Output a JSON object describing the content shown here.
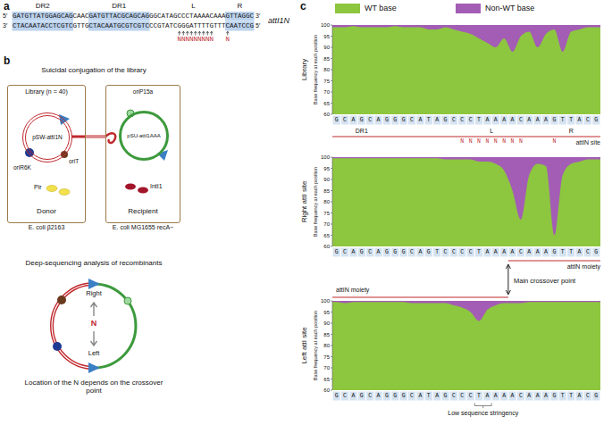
{
  "diagram": {
    "nodes": [
      {
        "text": [
          "Donor",
          "E. coli β2163"
        ]
      },
      {
        "text": [
          "pSW-attI1N"
        ],
        "in": 0
      },
      {
        "text": [
          "Recipient",
          "E. coli MG1655 recA−"
        ]
      },
      {
        "text": [
          "pSU-attI1AAA"
        ],
        "in": 2
      }
    ],
    "edges": [
      {
        "from": 0,
        "to": 2,
        "arrow": "none"
      }
    ],
    "labels": [
      "a",
      "DR2",
      "DR1",
      "L",
      "R",
      "5′",
      "GATGTTATGGAGCAGCAACGATGTTACGCAGCAGGGCATAGCCCTAAAACAAAGTTAGGC",
      "3′",
      "3′",
      "CTACAATACCTCGTCGTTGCTACAATGCGTCGTCCCGTATCGGGATTTTGTTTCAATCCG",
      "5′",
      "NNNNNNNNN",
      "N",
      "attI1N",
      "b",
      "Suicidal conjugation of the library",
      "Library (n = 40)",
      "oriT",
      "oriR6K",
      "Pir",
      "oriP15a",
      "IntI1",
      "Deep-sequencing analysis of recombinants",
      "Right",
      "N",
      "Left",
      "Location of the N depends on the crossover point",
      "c",
      "Library",
      "Base frequency at each position",
      "100",
      "95",
      "90",
      "85",
      "80",
      "75",
      "70",
      "65",
      "60",
      "GCAGCAGGGCATAGCCCTAAAACAAAGTTACG",
      "DR1",
      "L",
      "R",
      "NNNNNNNN",
      "N",
      "attIN site",
      "Right attI site",
      "Base frequency at each position",
      "100",
      "95",
      "90",
      "85",
      "80",
      "75",
      "70",
      "65",
      "60",
      "GCAGCAGGGCAGTCCCCTAAAACAAAGTTACG",
      "attIN moiety",
      "Main crossover point",
      "Left attI site",
      "Base frequency at each position",
      "100",
      "95",
      "90",
      "85",
      "80",
      "75",
      "70",
      "65",
      "60",
      "GCAGCAGGGCATAGCCCTAAAACAAAGTTACG",
      "attIN moiety",
      "Low sequence stringency"
    ],
    "legend": [
      {
        "text": "WT base",
        "color": "#8dc63f"
      },
      {
        "text": "Non-WT base",
        "color": "#a35db5"
      }
    ]
  }
}
